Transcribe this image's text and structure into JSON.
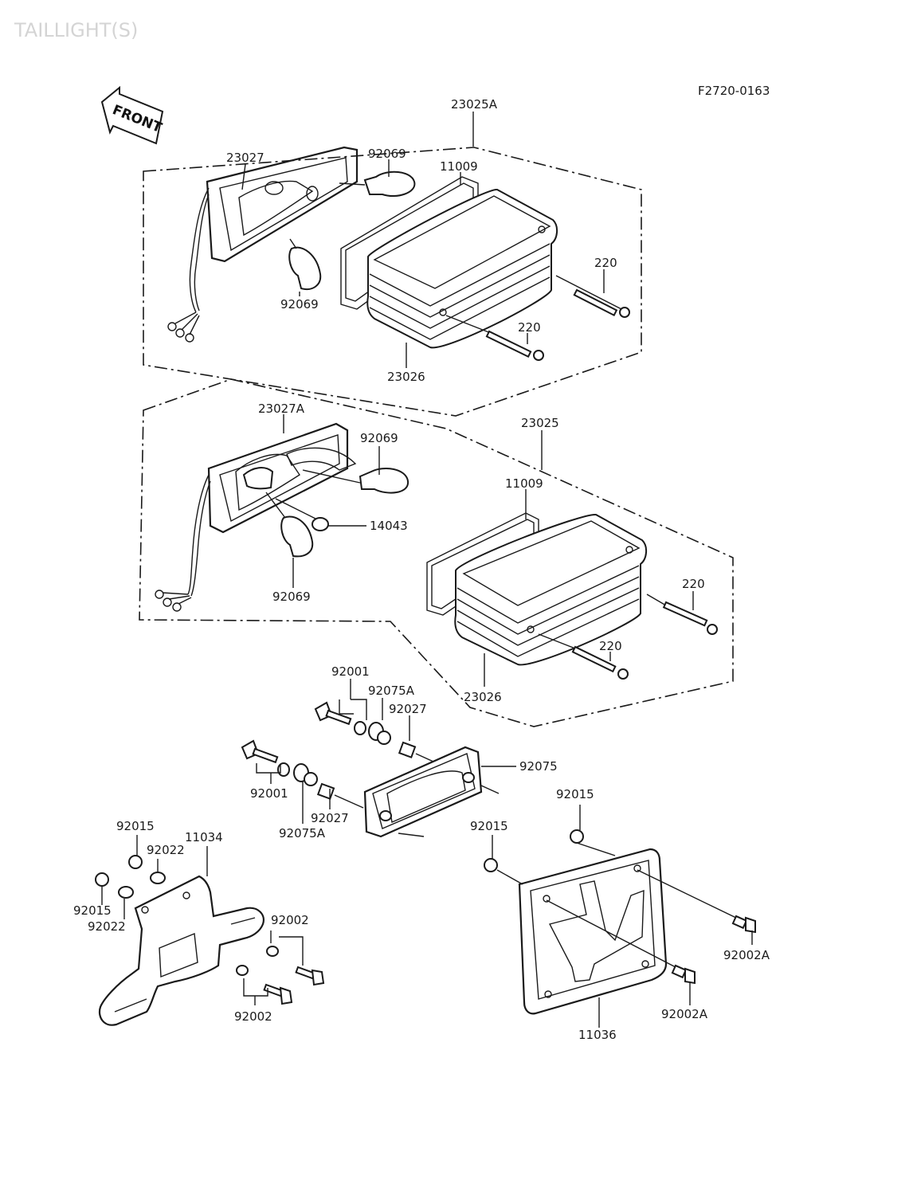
{
  "watermark": "TAILLIGHT(S)",
  "diagram_code": "F2720-0163",
  "front_arrow": "FRONT",
  "labels": {
    "l_23025A": "23025A",
    "l_23027": "23027",
    "l_92069_a": "92069",
    "l_11009_a": "11009",
    "l_92069_b": "92069",
    "l_220_a": "220",
    "l_220_b": "220",
    "l_23026_a": "23026",
    "l_23027A": "23027A",
    "l_92069_c": "92069",
    "l_23025": "23025",
    "l_11009_b": "11009",
    "l_14043": "14043",
    "l_92069_d": "92069",
    "l_220_c": "220",
    "l_220_d": "220",
    "l_23026_b": "23026",
    "l_92001_a": "92001",
    "l_92075A_a": "92075A",
    "l_92027_a": "92027",
    "l_92075": "92075",
    "l_92001_b": "92001",
    "l_92027_b": "92027",
    "l_92075A_b": "92075A",
    "l_92015_a": "92015",
    "l_92015_b": "92015",
    "l_92015_c": "92015",
    "l_92022_a": "92022",
    "l_11034": "11034",
    "l_92015_d": "92015",
    "l_92022_b": "92022",
    "l_92002_a": "92002",
    "l_92002_b": "92002",
    "l_92002A_a": "92002A",
    "l_92002A_b": "92002A",
    "l_11036": "11036"
  }
}
